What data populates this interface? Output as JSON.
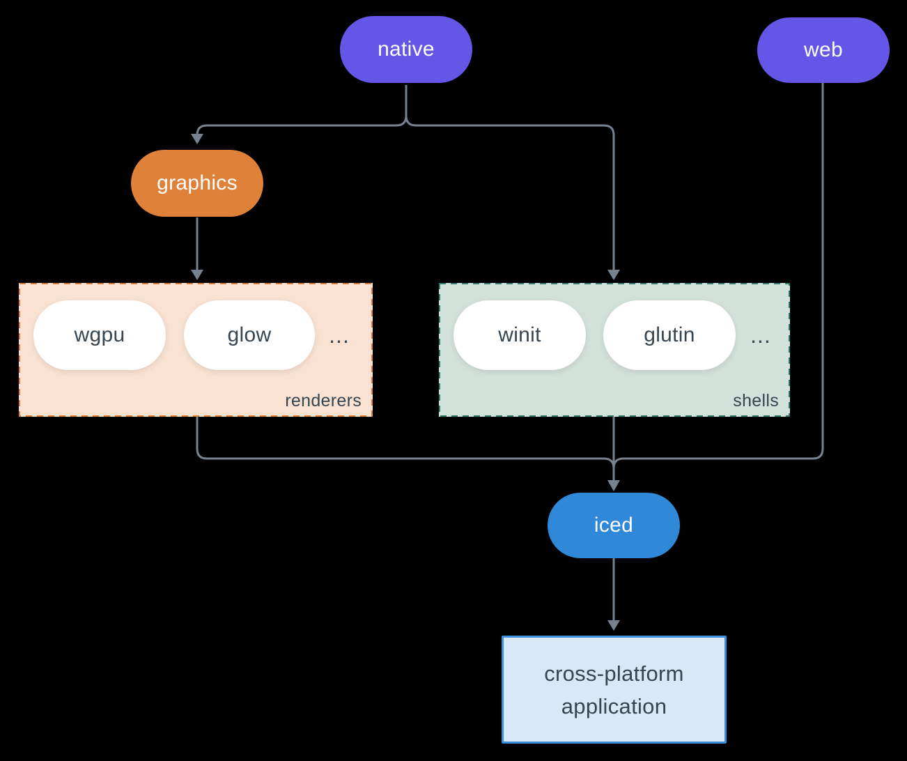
{
  "colors": {
    "background": "#000000",
    "connector": "#76828E",
    "node_purple": "#6457E8",
    "node_orange": "#E08139",
    "node_blue": "#2F88D8",
    "renderers_fill": "#F9E2D2",
    "renderers_border": "#E08139",
    "shells_fill": "#D3E1DB",
    "shells_border": "#2E7C6E",
    "app_fill": "#D9E8F7",
    "app_border": "#3F8EDB",
    "dark_text": "#374551",
    "light_text": "#FFFFFF"
  },
  "nodes": {
    "native": {
      "label": "native"
    },
    "web": {
      "label": "web"
    },
    "graphics": {
      "label": "graphics"
    },
    "iced": {
      "label": "iced"
    },
    "application": {
      "line1": "cross-platform",
      "line2": "application"
    }
  },
  "groups": {
    "renderers": {
      "label": "renderers",
      "items": [
        "wgpu",
        "glow"
      ],
      "ellipsis": "..."
    },
    "shells": {
      "label": "shells",
      "items": [
        "winit",
        "glutin"
      ],
      "ellipsis": "..."
    }
  }
}
